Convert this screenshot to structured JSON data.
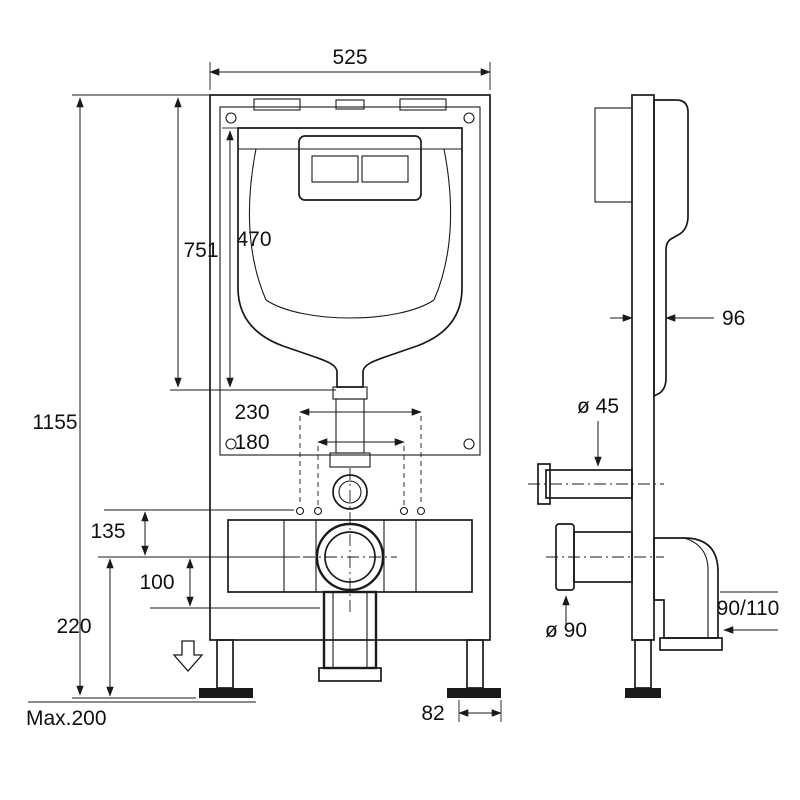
{
  "colors": {
    "line": "#1a1a1a",
    "background": "#ffffff"
  },
  "front_view": {
    "dim_width_top": "525",
    "dim_upper_height": "751",
    "dim_tank_height": "470",
    "dim_total_height": "1155",
    "dim_spacing_outer": "230",
    "dim_spacing_inner": "180",
    "dim_inlet_offset": "135",
    "dim_axis_offset": "100",
    "dim_outlet_height": "220",
    "dim_feet_max": "Max.200",
    "dim_foot_width": "82"
  },
  "side_view": {
    "dim_depth": "96",
    "dim_inlet_dia": "ø 45",
    "dim_outlet_dia": "ø 90",
    "dim_drain_size": "90/110"
  }
}
